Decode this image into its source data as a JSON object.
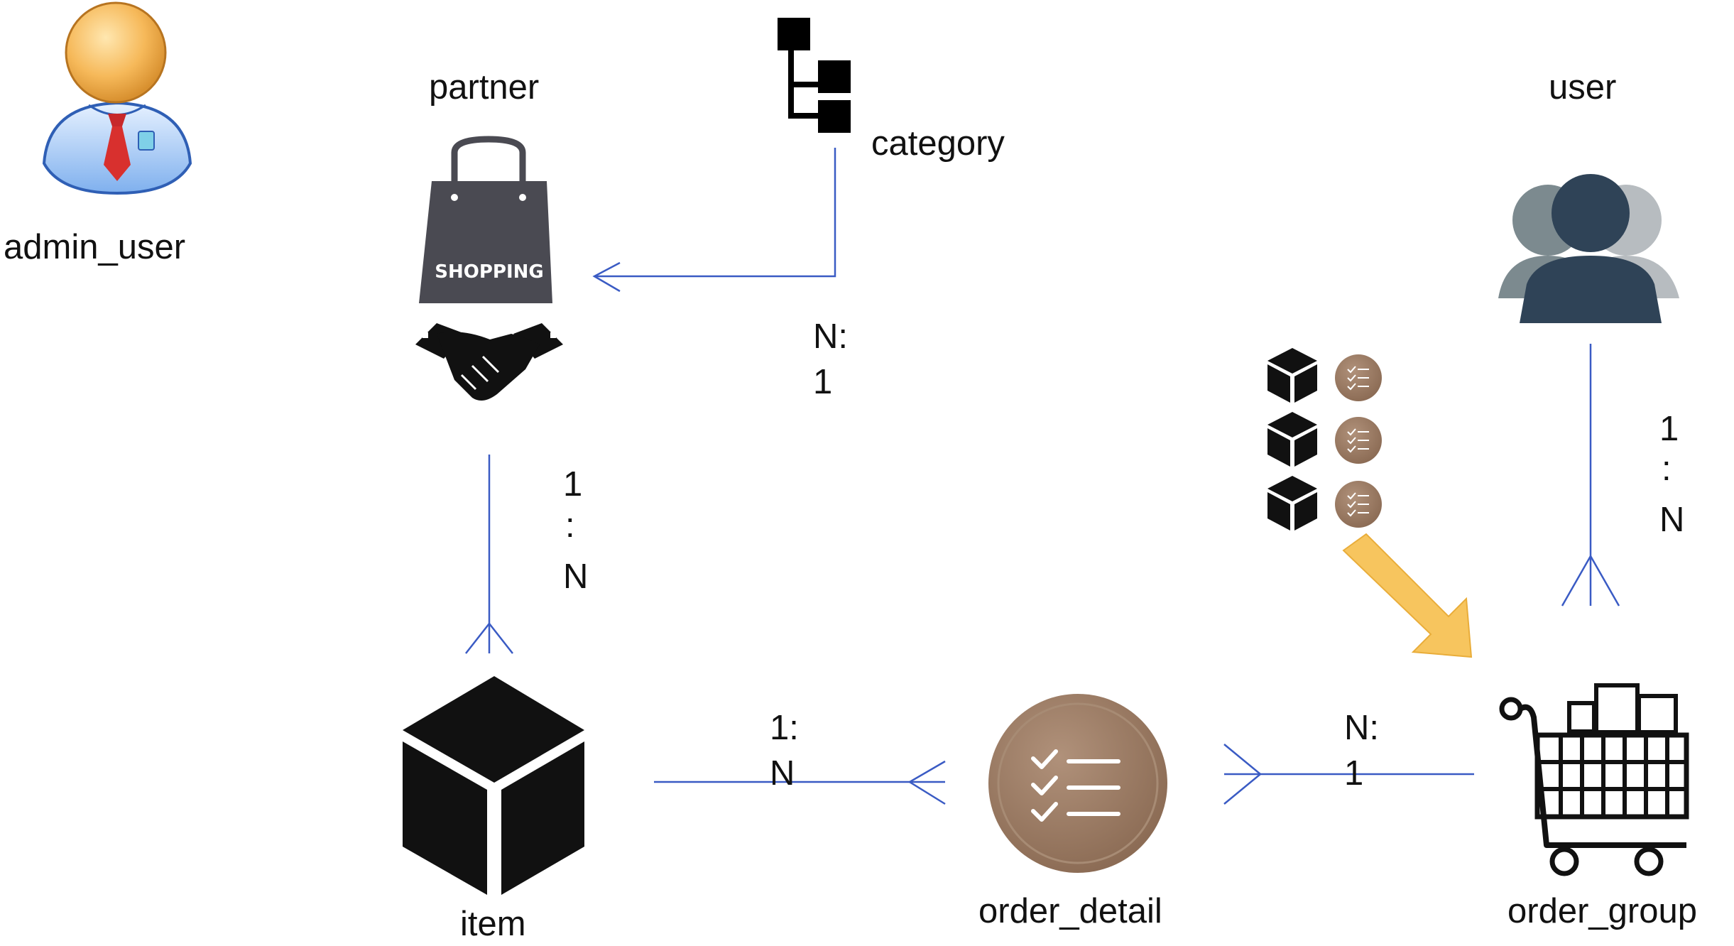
{
  "entities": {
    "admin_user": {
      "label": "admin_user",
      "icon": "admin-user-icon"
    },
    "partner": {
      "label": "partner",
      "icon": "shopping-bag-handshake-icon",
      "bag_text": "SHOPPING"
    },
    "category": {
      "label": "category",
      "icon": "category-tree-icon"
    },
    "user": {
      "label": "user",
      "icon": "users-group-icon"
    },
    "item": {
      "label": "item",
      "icon": "box-icon"
    },
    "order_detail": {
      "label": "order_detail",
      "icon": "checklist-circle-icon"
    },
    "order_group": {
      "label": "order_group",
      "icon": "shopping-cart-icon"
    }
  },
  "relations": [
    {
      "from": "partner",
      "to": "category",
      "cardinality": [
        "N:",
        "1"
      ]
    },
    {
      "from": "partner",
      "to": "item",
      "cardinality": [
        "1",
        ":",
        "N"
      ]
    },
    {
      "from": "user",
      "to": "order_group",
      "cardinality": [
        "1",
        ":",
        "N"
      ]
    },
    {
      "from": "item",
      "to": "order_detail",
      "cardinality": [
        "1:",
        "N"
      ]
    },
    {
      "from": "order_group",
      "to": "order_detail",
      "cardinality": [
        "N:",
        "1"
      ]
    }
  ],
  "colors": {
    "connector": "#3a5bc4",
    "arrow": "#f7c55e",
    "checklist_circle": "#9a7a62",
    "user_dark": "#2f4357",
    "bag": "#4a4a52"
  }
}
